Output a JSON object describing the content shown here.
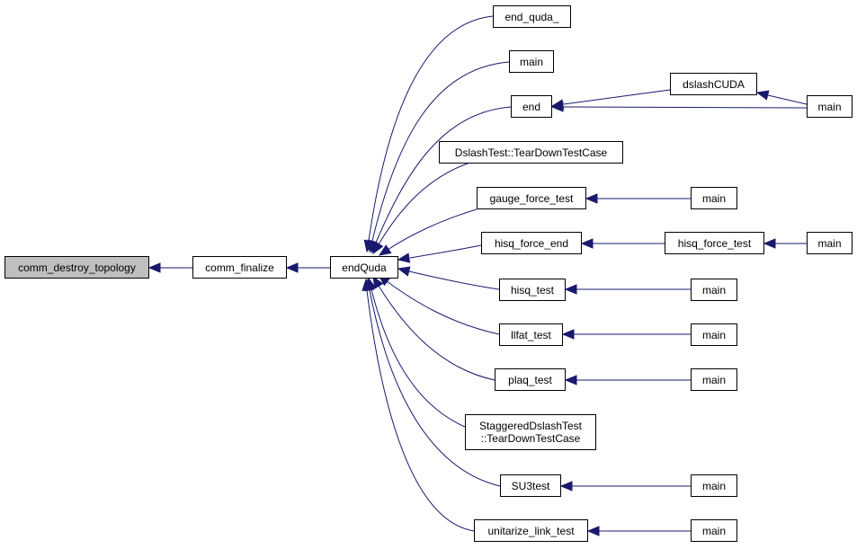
{
  "colors": {
    "edge": "#191970",
    "root_fill": "#bfbfbf",
    "node_fill": "#ffffff",
    "border": "#000000"
  },
  "nodes": {
    "comm_destroy_topology": "comm_destroy_topology",
    "comm_finalize": "comm_finalize",
    "endQuda": "endQuda",
    "end_quda_": "end_quda_",
    "main_a": "main",
    "end": "end",
    "dslashCUDA": "dslashCUDA",
    "main_b": "main",
    "DslashTest_TearDownTestCase": "DslashTest::TearDownTestCase",
    "gauge_force_test": "gauge_force_test",
    "main_c": "main",
    "hisq_force_end": "hisq_force_end",
    "hisq_force_test": "hisq_force_test",
    "main_d": "main",
    "hisq_test": "hisq_test",
    "main_e": "main",
    "llfat_test": "llfat_test",
    "main_f": "main",
    "plaq_test": "plaq_test",
    "main_g": "main",
    "StaggeredDslashTest_TearDownTestCase": "StaggeredDslashTest\n::TearDownTestCase",
    "SU3test": "SU3test",
    "main_h": "main",
    "unitarize_link_test": "unitarize_link_test",
    "main_i": "main"
  },
  "edges": [
    [
      "comm_finalize",
      "comm_destroy_topology"
    ],
    [
      "endQuda",
      "comm_finalize"
    ],
    [
      "end_quda_",
      "endQuda"
    ],
    [
      "main_a",
      "endQuda"
    ],
    [
      "end",
      "endQuda"
    ],
    [
      "DslashTest_TearDownTestCase",
      "endQuda"
    ],
    [
      "gauge_force_test",
      "endQuda"
    ],
    [
      "hisq_force_end",
      "endQuda"
    ],
    [
      "hisq_test",
      "endQuda"
    ],
    [
      "llfat_test",
      "endQuda"
    ],
    [
      "plaq_test",
      "endQuda"
    ],
    [
      "StaggeredDslashTest_TearDownTestCase",
      "endQuda"
    ],
    [
      "SU3test",
      "endQuda"
    ],
    [
      "unitarize_link_test",
      "endQuda"
    ],
    [
      "dslashCUDA",
      "end"
    ],
    [
      "main_b",
      "end"
    ],
    [
      "main_b",
      "dslashCUDA"
    ],
    [
      "main_c",
      "gauge_force_test"
    ],
    [
      "hisq_force_test",
      "hisq_force_end"
    ],
    [
      "main_d",
      "hisq_force_test"
    ],
    [
      "main_e",
      "hisq_test"
    ],
    [
      "main_f",
      "llfat_test"
    ],
    [
      "main_g",
      "plaq_test"
    ],
    [
      "main_h",
      "SU3test"
    ],
    [
      "main_i",
      "unitarize_link_test"
    ]
  ]
}
